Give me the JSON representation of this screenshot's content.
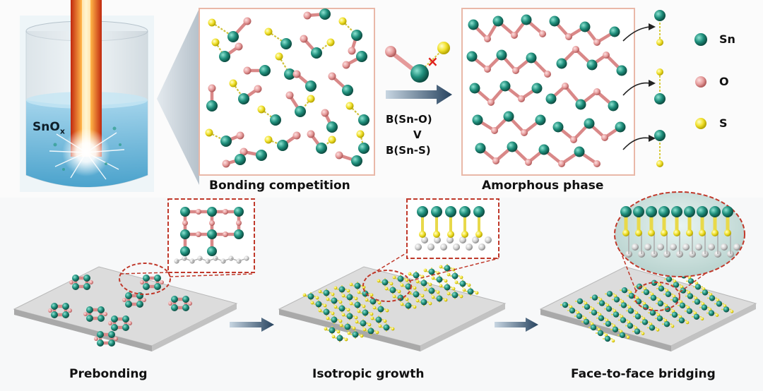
{
  "beaker": {
    "label_main": "SnO",
    "label_sub": "x"
  },
  "panels": {
    "bonding": {
      "caption": "Bonding competition"
    },
    "amorphous": {
      "caption": "Amorphous phase"
    }
  },
  "comparison": {
    "line1": "B(Sn-O)",
    "line2": "V",
    "line3": "B(Sn-S)"
  },
  "legend": {
    "items": [
      {
        "label": "Sn",
        "color": "#1f8f7c"
      },
      {
        "label": "O",
        "color": "#e59a9a"
      },
      {
        "label": "S",
        "color": "#f2e22e"
      }
    ]
  },
  "stages": [
    {
      "caption": "Prebonding"
    },
    {
      "caption": "Isotropic growth"
    },
    {
      "caption": "Face-to-face bridging"
    }
  ]
}
